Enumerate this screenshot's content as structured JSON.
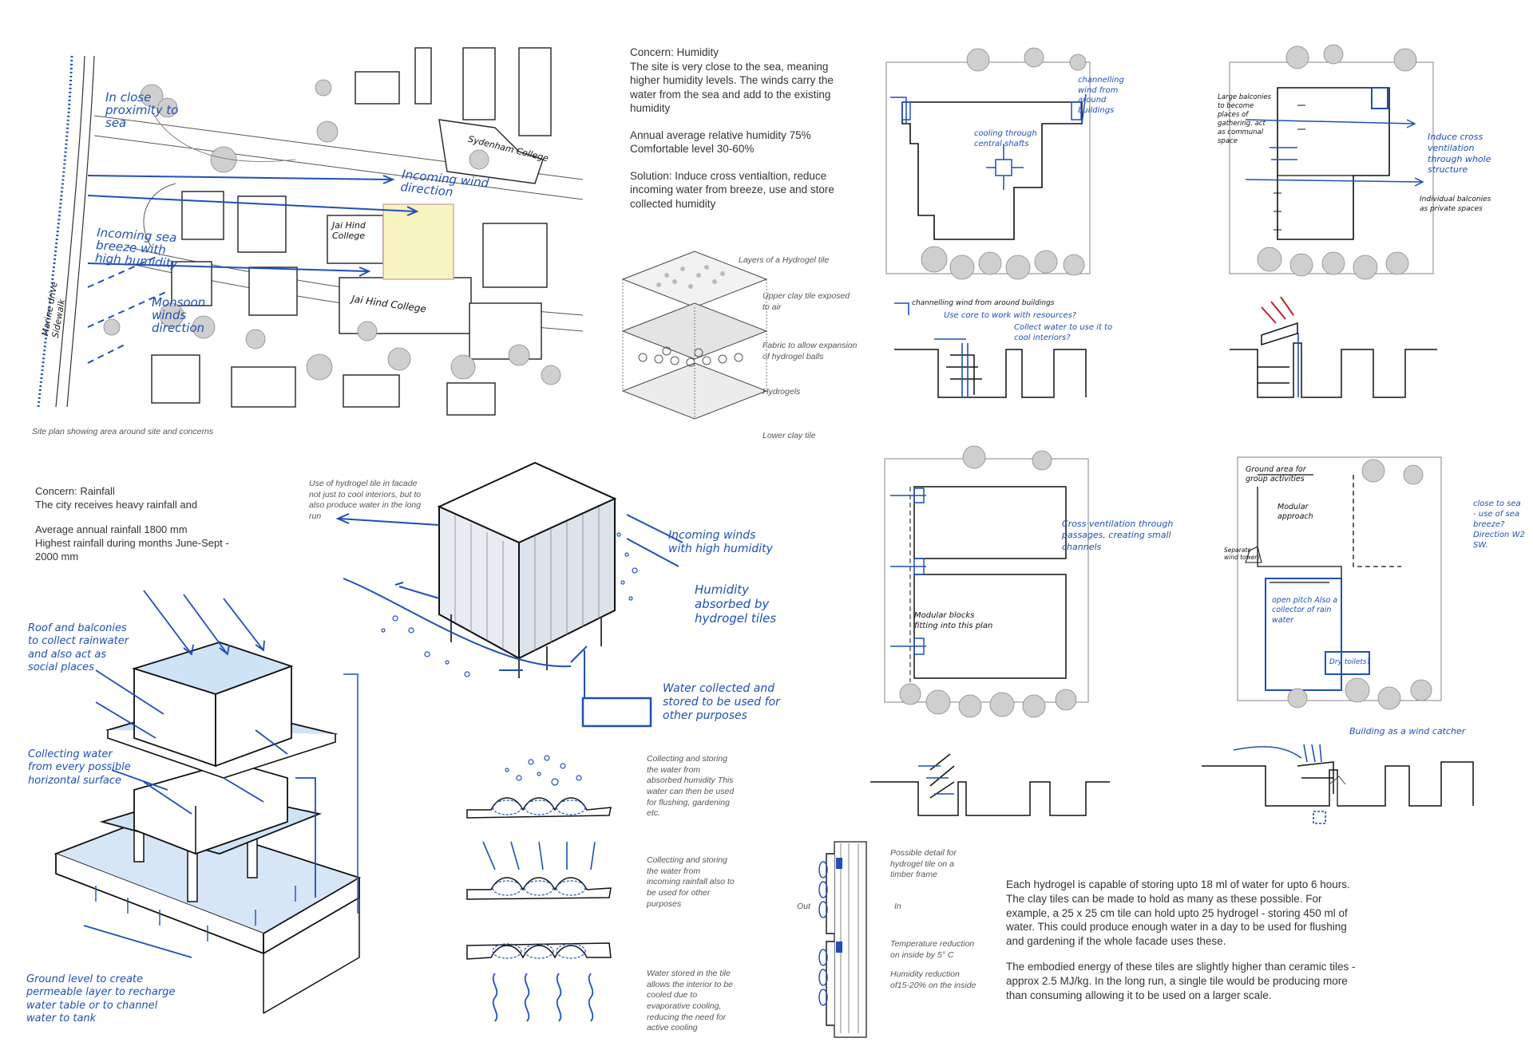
{
  "site_plan": {
    "caption": "Site plan showing area around site and concerns",
    "labels": {
      "proximity": "In close proximity to sea",
      "incoming_wind": "Incoming wind direction",
      "sea_breeze": "Incoming sea breeze with high humidity",
      "monsoon": "Monsoon winds direction",
      "sidewalk": "Marine drive Sidewalk",
      "sydenham": "Sydenham College",
      "jai_hind_small": "Jai Hind College",
      "jai_hind_large": "Jai Hind College"
    },
    "site_color": "#f8f4c0"
  },
  "humidity": {
    "title": "Concern: Humidity",
    "p1": "The site is very close to the sea, meaning higher humidity levels. The winds carry the water from the sea and add to the existing humidity",
    "p2a": "Annual average relative humidity 75%",
    "p2b": "Comfortable level 30-60%",
    "p3": "Solution: Induce cross ventialtion, reduce incoming water from breeze, use and store collected humidity"
  },
  "hydrogel_tile": {
    "title": "Layers of a Hydrogel tile",
    "layers": [
      "Upper clay tile exposed to air",
      "Fabric to allow expansion of hydrogel balls",
      "Hydrogels",
      "Lower clay tile"
    ]
  },
  "rainfall": {
    "title": "Concern: Rainfall",
    "p1": "The city receives heavy rainfall and",
    "p2a": "Average annual rainfall 1800 mm",
    "p2b": "Highest rainfall during months June-Sept - 2000 mm"
  },
  "rain_diagram": {
    "roof": "Roof and balconies to collect rainwater and also act as social places",
    "collecting": "Collecting water from every possible horizontal surface",
    "ground": "Ground level to create permeable layer to recharge water table or to channel water to tank"
  },
  "facade": {
    "caption": "Use of hydrogel tile in facade not just to cool interiors, but to also produce water in the long run",
    "incoming": "Incoming winds with high humidity",
    "absorbed": "Humidity absorbed by hydrogel tiles",
    "collected": "Water collected and stored to be used for other purposes"
  },
  "tile_sections": [
    "Collecting and storing the water from absorbed humidity This water can then be used for flushing, gardening etc.",
    "Collecting and storing the water from incoming rainfall also to be used for other purposes",
    "Water stored in the tile allows the interior to be cooled due to evaporative cooling, reducing the need for active cooling"
  ],
  "timber_detail": {
    "title": "Possible detail for hydrogel tile on a timber frame",
    "out": "Out",
    "in": "In",
    "temp": "Temperature reduction on inside by 5° C",
    "humidity": "Humidity reduction of15-20% on the inside"
  },
  "summary": {
    "p1": "Each hydrogel is capable of storing upto 18 ml of water for upto 6 hours. The clay tiles can be made to hold as many as these possible. For example, a 25 x 25 cm tile can hold upto 25 hydrogel - storing 450 ml of water. This could produce enough water in a day to be used for flushing and gardening if the whole facade uses these.",
    "p2": "The embodied energy of these tiles are slightly higher than ceramic tiles - approx 2.5 MJ/kg. In the long run, a single tile would be producing more than consuming allowing it to be used on a larger scale."
  },
  "plan1": {
    "channelling": "channelling wind from around buildings",
    "cooling": "cooling through central shafts",
    "section_note1": "channelling wind from around buildings",
    "section_note2": "Use core to work with resources?",
    "section_note3": "Collect water to use it to cool interiors?"
  },
  "plan2": {
    "large": "Large balconies to become places of gathering. act as communal space",
    "induce": "Induce cross ventilation through whole structure",
    "individual": "Individual balconies as private spaces"
  },
  "plan3": {
    "cross": "Cross ventilation through passages, creating small channels",
    "modular": "Modular blocks fitting into this plan"
  },
  "plan4": {
    "ground": "Ground area for group activities",
    "modular": "Modular approach",
    "separate": "Separate wind tower?",
    "open": "open pitch Also a collector of rain water",
    "dry": "Dry toilets?",
    "close": "close to sea - use of sea breeze? Direction W2 SW.",
    "catcher": "Building as a wind catcher"
  },
  "colors": {
    "accent": "#1f4fb8",
    "water": "#cfe3f7",
    "ink": "#111111"
  }
}
